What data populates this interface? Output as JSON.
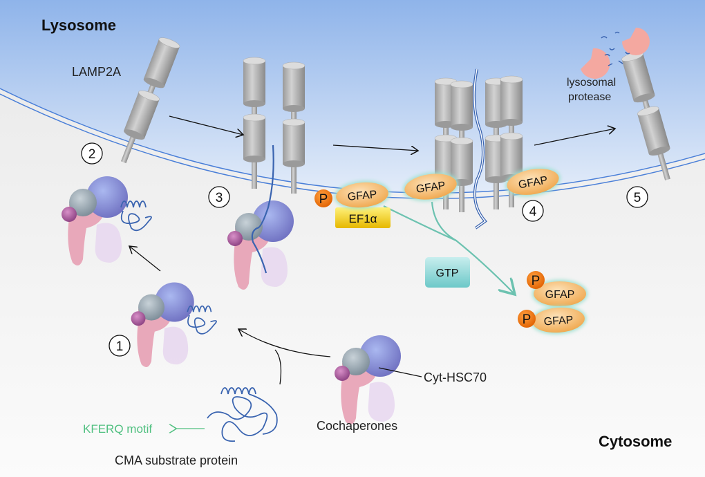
{
  "compartments": {
    "lysosome": "Lysosome",
    "cytosome": "Cytosome"
  },
  "labels": {
    "lamp2a": "LAMP2A",
    "lysosomal_protease_line1": "lysosomal",
    "lysosomal_protease_line2": "protease",
    "cyt_hsc70": "Cyt-HSC70",
    "cochaperones": "Cochaperones",
    "kferq_motif": "KFERQ motif",
    "cma_substrate": "CMA substrate protein",
    "ef1a": "EF1α",
    "gtp": "GTP",
    "gfap": "GFAP",
    "phospho": "P"
  },
  "steps": [
    "1",
    "2",
    "3",
    "4",
    "5"
  ],
  "colors": {
    "lysosome_top": "#8fb4ea",
    "lysosome_bottom": "#dde8f8",
    "cytosol": "#f2f2f2",
    "membrane": "#4a7fd8",
    "gfap": "#f5b35a",
    "phospho": "#f07a10",
    "ef1a": "#f5d000",
    "gtp": "#7fd0d0",
    "teal_arrow": "#6cc2b0",
    "kferq": "#50c080",
    "substrate": "#3a64b0"
  }
}
